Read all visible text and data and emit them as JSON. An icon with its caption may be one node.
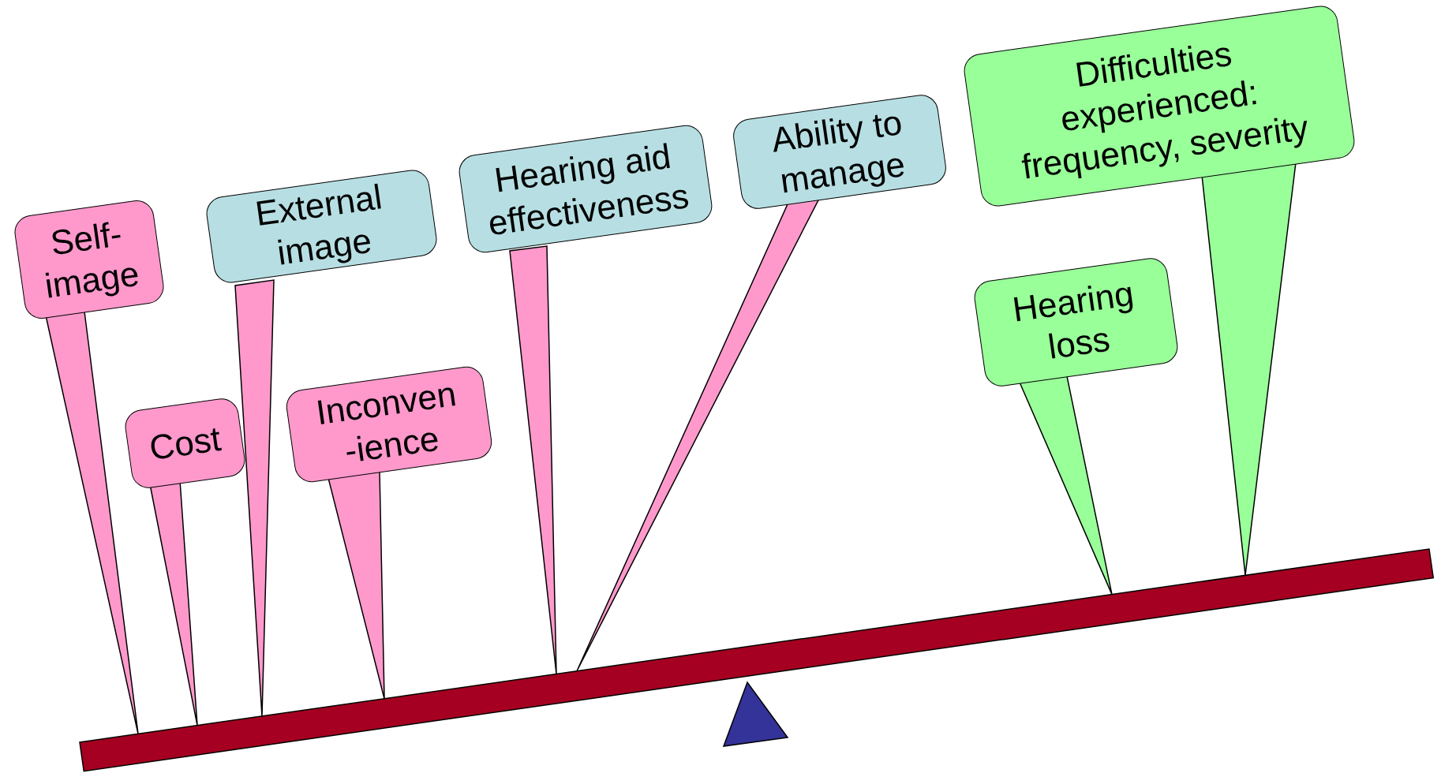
{
  "diagram": {
    "nodes": [
      {
        "text": [
          "Self- image"
        ]
      },
      {
        "text": [
          "External image"
        ]
      },
      {
        "text": [
          "Hearing aid effectiveness"
        ]
      },
      {
        "text": [
          "Ability to manage"
        ]
      },
      {
        "text": [
          "Difficulties experienced: frequency, severity"
        ]
      },
      {
        "text": [
          "Cost"
        ]
      },
      {
        "text": [
          "Inconven -ience"
        ]
      },
      {
        "text": [
          "Hearing loss"
        ]
      },
      {
        "text": [],
        "shape": "bar"
      }
    ],
    "edges": [
      {
        "from": 0,
        "to": 8,
        "arrow": "none"
      },
      {
        "from": 1,
        "to": 8,
        "arrow": "none"
      },
      {
        "from": 2,
        "to": 8,
        "arrow": "none"
      },
      {
        "from": 3,
        "to": 8,
        "arrow": "none"
      },
      {
        "from": 4,
        "to": 8,
        "arrow": "none"
      },
      {
        "from": 5,
        "to": 8,
        "arrow": "none"
      },
      {
        "from": 6,
        "to": 8,
        "arrow": "none"
      },
      {
        "from": 7,
        "to": 8,
        "arrow": "none"
      }
    ]
  }
}
